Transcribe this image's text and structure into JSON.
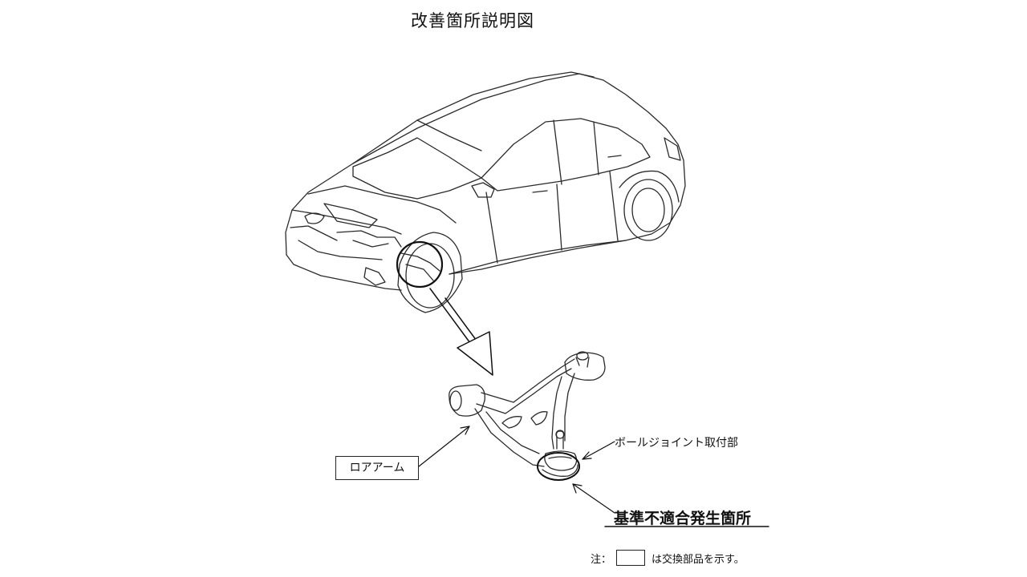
{
  "title": "改善箇所説明図",
  "labels": {
    "lower_arm": "ロアアーム",
    "ball_joint_mount": "ボールジョイント取付部",
    "nonconformity_location": "基準不適合発生箇所"
  },
  "note": {
    "prefix": "注：",
    "suffix": "は交換部品を示す。"
  }
}
